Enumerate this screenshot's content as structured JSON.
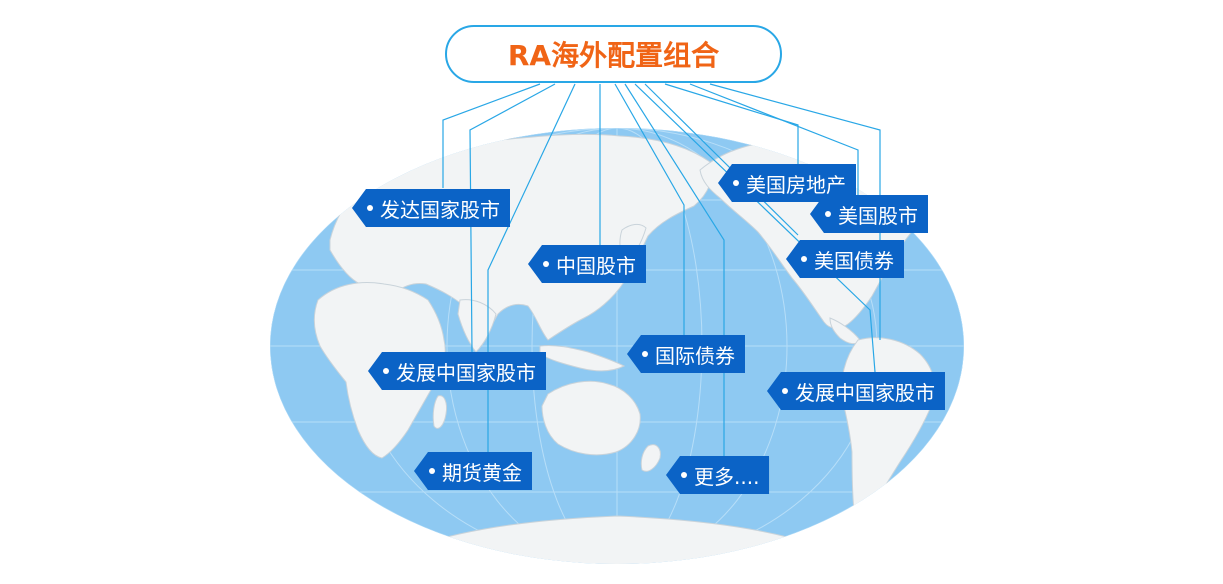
{
  "title": "RA海外配置组合",
  "colors": {
    "title_text": "#f06416",
    "title_border": "#29a7e6",
    "connector_line": "#29a7e6",
    "tag_background": "#0b63c6",
    "ocean": "#8ec9f2",
    "land": "#f2f4f5"
  },
  "tags": [
    {
      "id": "developed",
      "label": "发达国家股市"
    },
    {
      "id": "china",
      "label": "中国股市"
    },
    {
      "id": "us-realestate",
      "label": "美国房地产"
    },
    {
      "id": "us-stocks",
      "label": "美国股市"
    },
    {
      "id": "us-bonds",
      "label": "美国债券"
    },
    {
      "id": "intl-bonds",
      "label": "国际债券"
    },
    {
      "id": "emerging-left",
      "label": "发展中国家股市"
    },
    {
      "id": "emerging-right",
      "label": "发展中国家股市"
    },
    {
      "id": "futures-gold",
      "label": "期货黄金"
    },
    {
      "id": "more",
      "label": "更多...."
    }
  ]
}
